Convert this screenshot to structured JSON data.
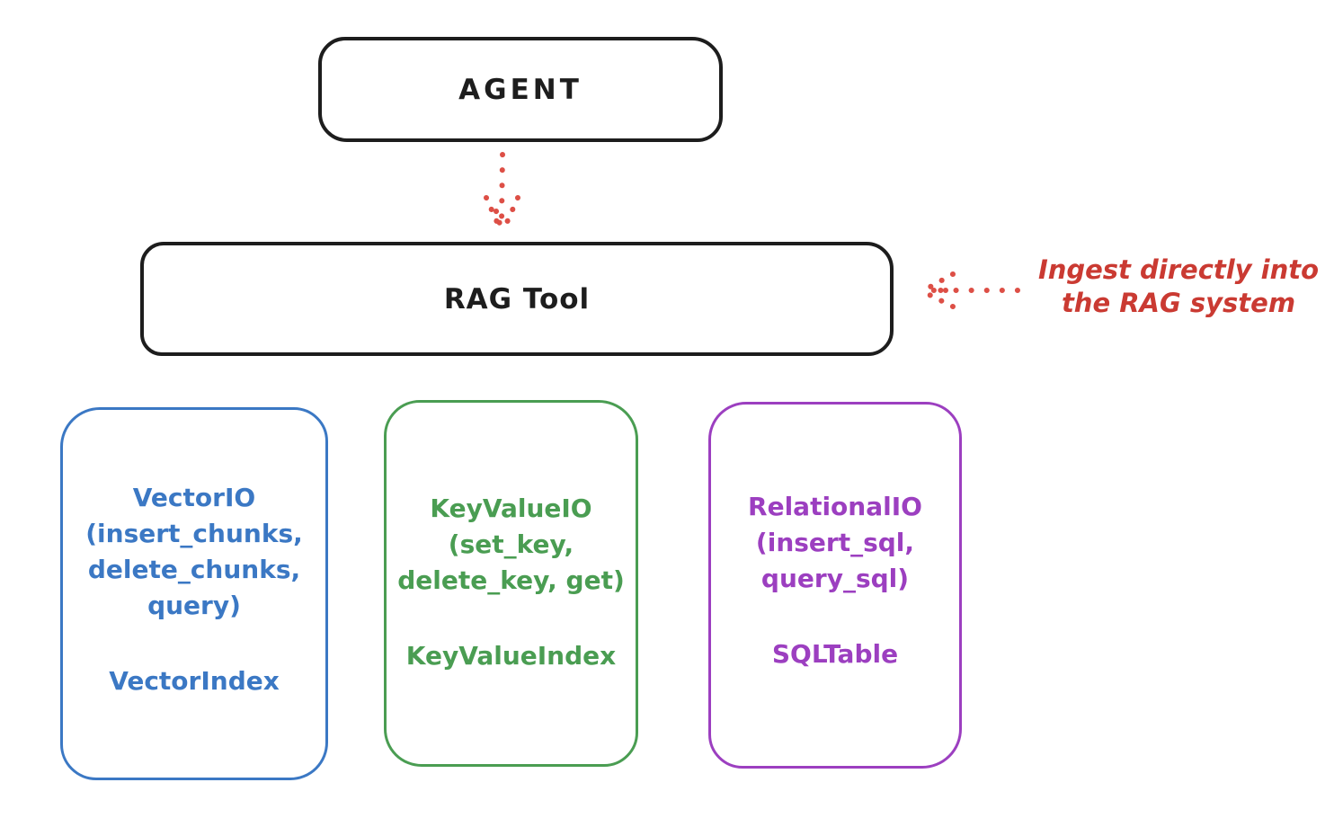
{
  "canvas": {
    "background": "#ffffff"
  },
  "colors": {
    "outline_black": "#1d1d1d",
    "arrow_red": "#dd4f46",
    "annotation_red": "#ca3a32",
    "vector_blue": "#3b78c4",
    "keyvalue_green": "#4a9d52",
    "relational_purple": "#9c3fc0"
  },
  "agent": {
    "label": "AGENT"
  },
  "rag_tool": {
    "label": "RAG Tool"
  },
  "annotation": {
    "line1": "Ingest directly into",
    "line2": "the RAG system"
  },
  "columns": [
    {
      "color": "#3b78c4",
      "title_lines": [
        "VectorIO",
        "(insert_chunks,",
        "delete_chunks,",
        "query)"
      ],
      "index_label": "VectorIndex"
    },
    {
      "color": "#4a9d52",
      "title_lines": [
        "KeyValueIO",
        "(set_key,",
        "delete_key, get)"
      ],
      "index_label": "KeyValueIndex"
    },
    {
      "color": "#9c3fc0",
      "title_lines": [
        "RelationalIO",
        "(insert_sql,",
        "query_sql)"
      ],
      "index_label": "SQLTable"
    }
  ]
}
